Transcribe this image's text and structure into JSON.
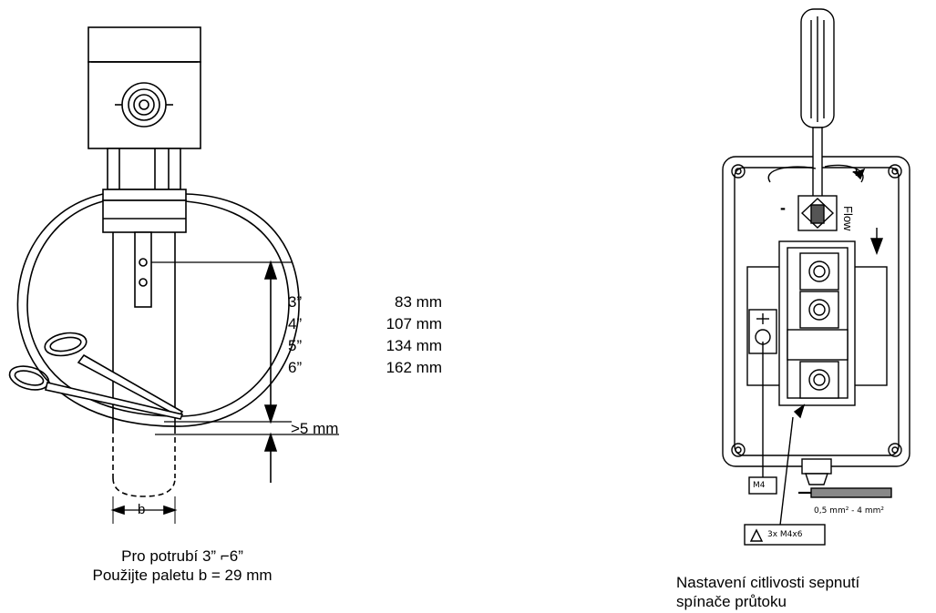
{
  "left_diagram": {
    "pipe_sizes": [
      "3”",
      "4”",
      "5”",
      "6”"
    ],
    "lengths": [
      "83 mm",
      "107 mm",
      "134 mm",
      "162 mm"
    ],
    "gap_label": ">5 mm",
    "paddle_width_label": "b",
    "caption_line1": "Pro potrubí 3” ⌐6”",
    "caption_line2": "Použijte paletu b = 29 mm"
  },
  "right_diagram": {
    "flow_label": "Flow",
    "plus_label": "+",
    "minus_label": "-",
    "terminal_label": "M4",
    "screw_label": "3x M4x6",
    "cable_label": "0,5 mm² - 4 mm²",
    "caption_line1": "Nastavení citlivosti sepnutí",
    "caption_line2": "spínače průtoku"
  }
}
